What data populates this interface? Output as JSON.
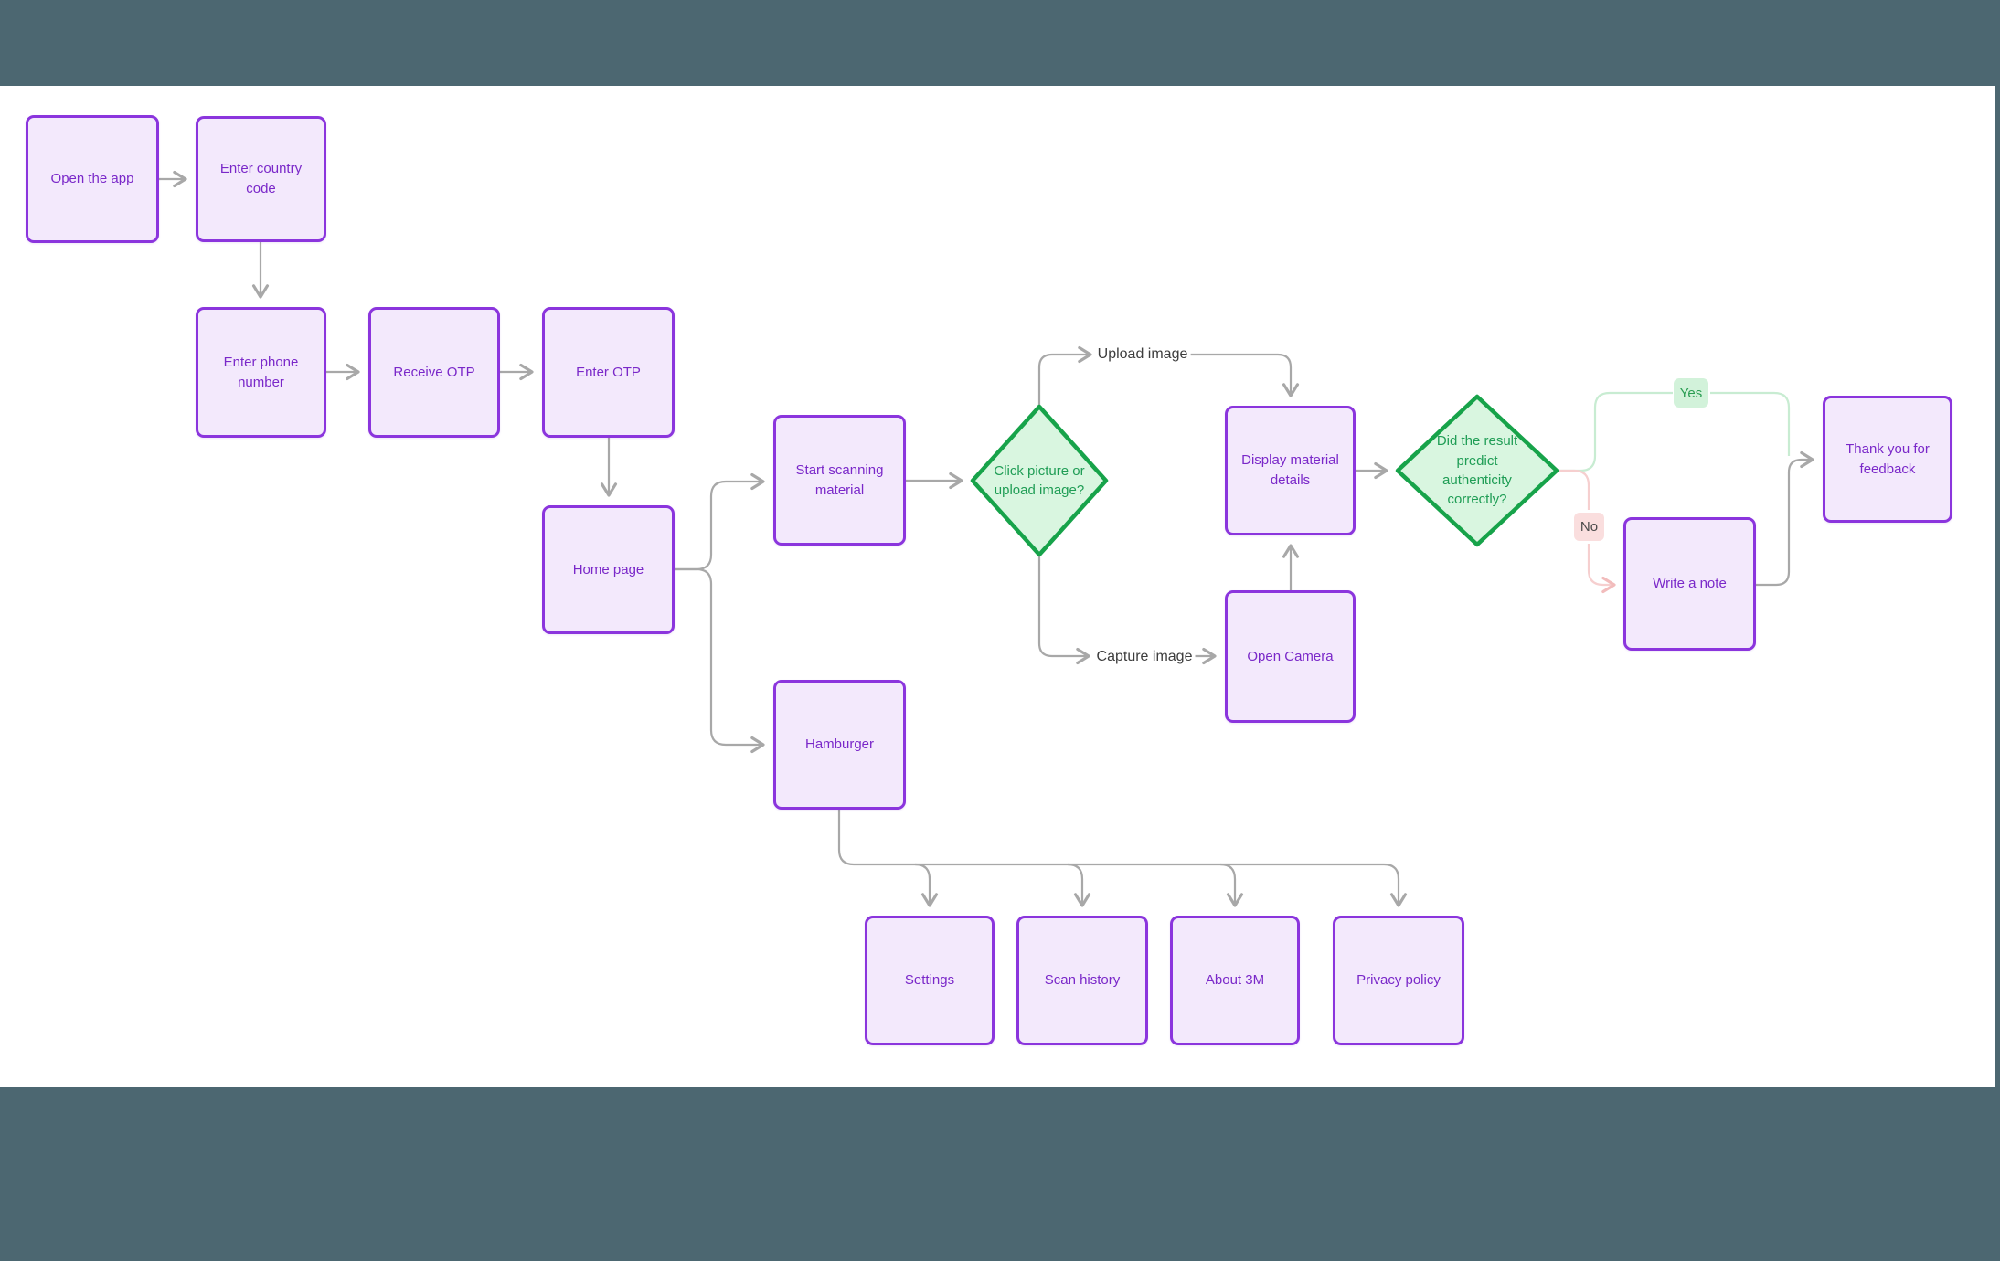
{
  "app": {
    "background_color": "#4c6771",
    "surface_color": "#ffffff",
    "node_fill": "#f3e9fc",
    "node_border": "#8b35dd",
    "node_text_color": "#7a28c9",
    "decision_fill": "#d9f6e0",
    "decision_border": "#17a34a",
    "decision_text_color": "#1f9d55",
    "connector_color": "#a8a8a8",
    "yes_path_color": "#c8ecd2",
    "no_path_color": "#f6cfcf"
  },
  "nodes": {
    "open_app": {
      "label": "Open the app"
    },
    "country_code": {
      "label": "Enter country code"
    },
    "phone_number": {
      "label": "Enter phone number"
    },
    "receive_otp": {
      "label": "Receive OTP"
    },
    "enter_otp": {
      "label": "Enter OTP"
    },
    "home_page": {
      "label": "Home page"
    },
    "start_scanning": {
      "label": "Start scanning material"
    },
    "hamburger": {
      "label": "Hamburger"
    },
    "display_details": {
      "label": "Display material details"
    },
    "open_camera": {
      "label": "Open Camera"
    },
    "write_note": {
      "label": "Write a note"
    },
    "thank_you": {
      "label": "Thank you for feedback"
    },
    "settings": {
      "label": "Settings"
    },
    "scan_history": {
      "label": "Scan history"
    },
    "about_3m": {
      "label": "About 3M"
    },
    "privacy_policy": {
      "label": "Privacy policy"
    }
  },
  "decisions": {
    "click_or_upload": {
      "label": "Click picture or upload image?"
    },
    "predict_correct": {
      "label": "Did the result predict authenticity correctly?"
    }
  },
  "edge_labels": {
    "upload_image": "Upload image",
    "capture_image": "Capture image"
  },
  "badges": {
    "yes": "Yes",
    "no": "No"
  }
}
